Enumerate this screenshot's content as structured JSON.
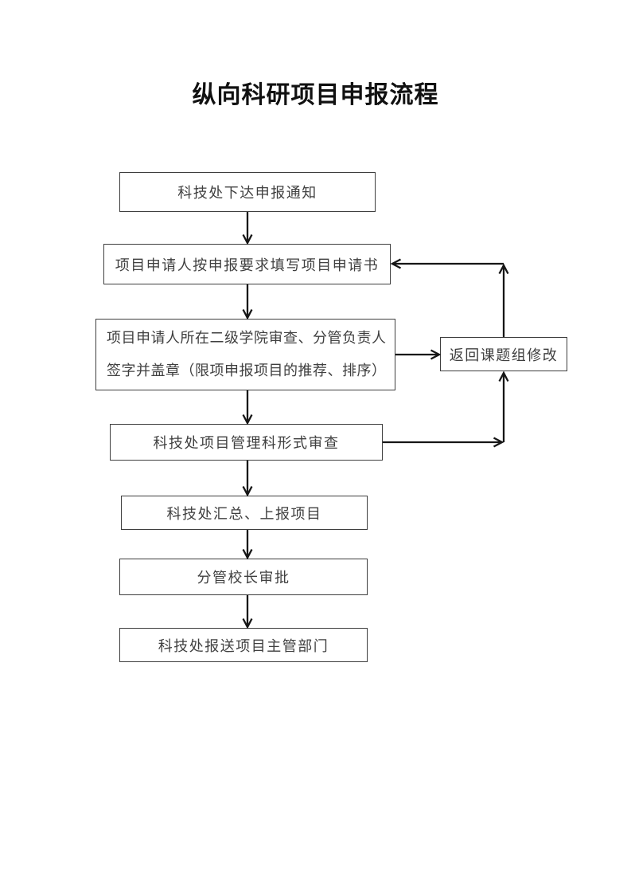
{
  "page": {
    "title": "纵向科研项目申报流程"
  },
  "flowchart": {
    "nodes": [
      {
        "id": "issue-notice",
        "label": "科技处下达申报通知"
      },
      {
        "id": "fill-application",
        "label": "项目申请人按申报要求填写项目申请书"
      },
      {
        "id": "college-review",
        "label_line1": "项目申请人所在二级学院审查、分管负责人",
        "label_line2": "签字并盖章（限项申报项目的推荐、排序）"
      },
      {
        "id": "stb-formal-review",
        "label": "科技处项目管理科形式审查"
      },
      {
        "id": "stb-summarize-report",
        "label": "科技处汇总、上报项目"
      },
      {
        "id": "vice-president-approval",
        "label": "分管校长审批"
      },
      {
        "id": "submit-to-authority",
        "label": "科技处报送项目主管部门"
      },
      {
        "id": "return-for-revision",
        "label": "返回课题组修改"
      }
    ],
    "colors": {
      "connector_line": "#161616",
      "box_border": "#3e3e3e",
      "box_text": "#3f3f3f",
      "title_text": "#111111"
    }
  }
}
